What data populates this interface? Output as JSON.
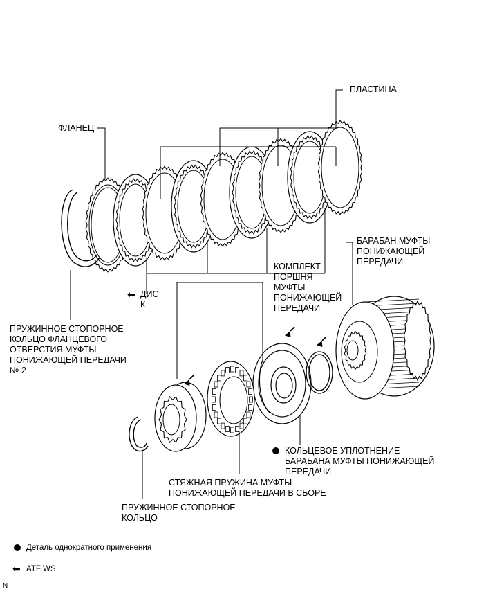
{
  "labels": {
    "plate": "ПЛАСТИНА",
    "flange": "ФЛАНЕЦ",
    "disc": "ДИС\nК",
    "flange_snap_ring": "ПРУЖИННОЕ СТОПОРНОЕ\nКОЛЬЦО ФЛАНЦЕВОГО\nОТВЕРСТИЯ МУФТЫ\nПОНИЖАЮЩЕЙ ПЕРЕДАЧИ\n№ 2",
    "drum": "БАРАБАН МУФТЫ\nПОНИЖАЮЩЕЙ\nПЕРЕДАЧИ",
    "piston_set": "КОМПЛЕКТ\nПОРШНЯ\nМУФТЫ\nПОНИЖАЮЩЕЙ\nПЕРЕДАЧИ",
    "o_ring": "КОЛЬЦЕВОЕ УПЛОТНЕНИЕ\nБАРАБАНА МУФТЫ ПОНИЖАЮЩЕЙ\nПЕРЕДАЧИ",
    "return_spring": "СТЯЖНАЯ ПРУЖИНА МУФТЫ\nПОНИЖАЮЩЕЙ ПЕРЕДАЧИ В СБОРЕ",
    "snap_ring": "ПРУЖИННОЕ СТОПОРНОЕ\nКОЛЬЦО"
  },
  "legend": {
    "single_use": "Деталь однократного применения",
    "atf": "ATF WS"
  },
  "corner_mark": "N",
  "icons": {
    "single_use": "filled-circle",
    "atf": "left-arrow"
  }
}
